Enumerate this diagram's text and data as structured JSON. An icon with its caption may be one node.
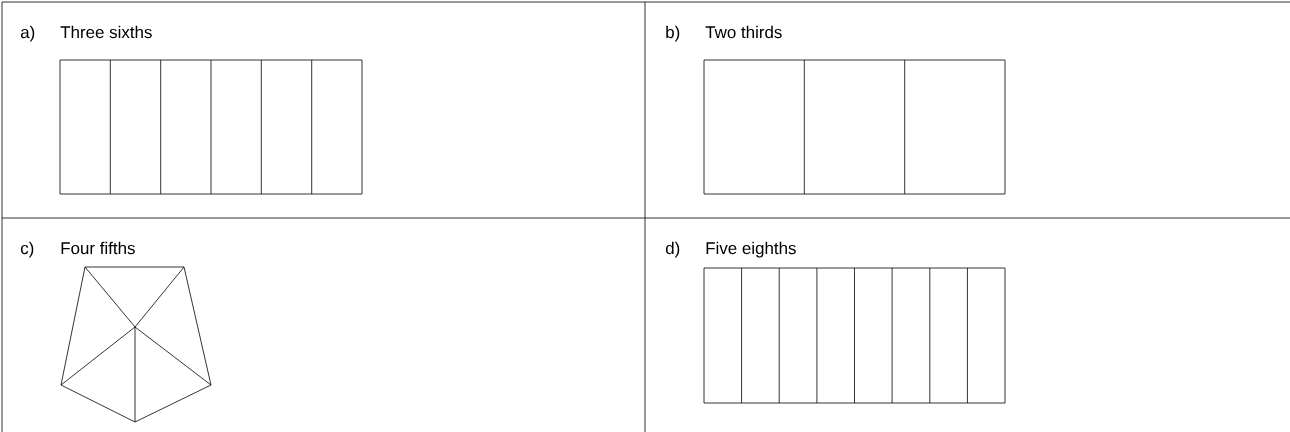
{
  "diagram": {
    "labels": [
      "a)",
      "Three sixths",
      "b)",
      "Two thirds",
      "c)",
      "Four fifths",
      "d)",
      "Five eighths"
    ]
  }
}
